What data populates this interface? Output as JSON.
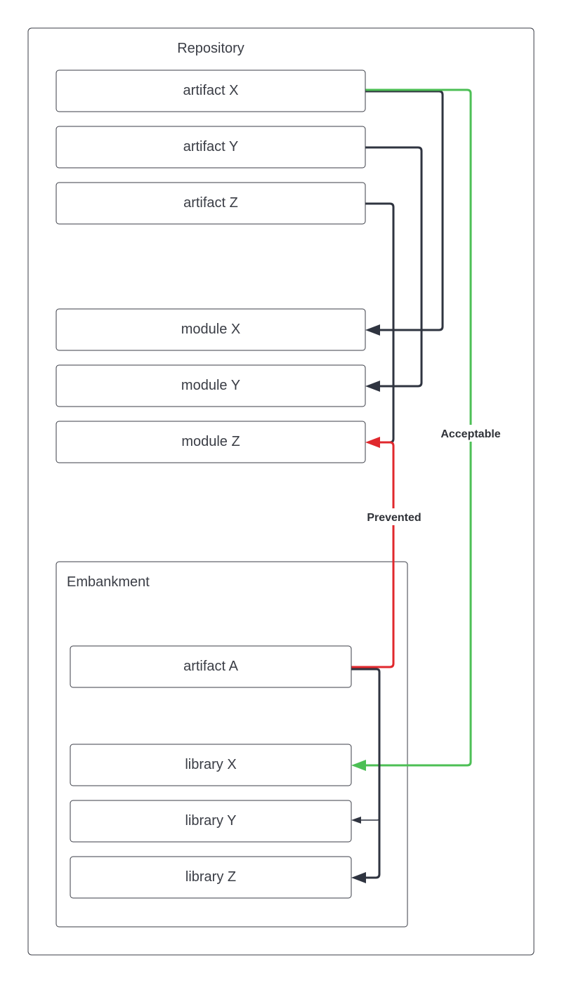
{
  "repository": {
    "title": "Repository",
    "artifacts": [
      "artifact X",
      "artifact Y",
      "artifact Z"
    ],
    "modules": [
      "module X",
      "module Y",
      "module Z"
    ]
  },
  "embankment": {
    "title": "Embankment",
    "artifact": "artifact A",
    "libraries": [
      "library X",
      "library Y",
      "library Z"
    ]
  },
  "edges": {
    "acceptable_label": "Acceptable",
    "prevented_label": "Prevented"
  },
  "colors": {
    "acceptable": "#4cbf55",
    "prevented": "#e0282d",
    "dependency": "#2f3440"
  }
}
